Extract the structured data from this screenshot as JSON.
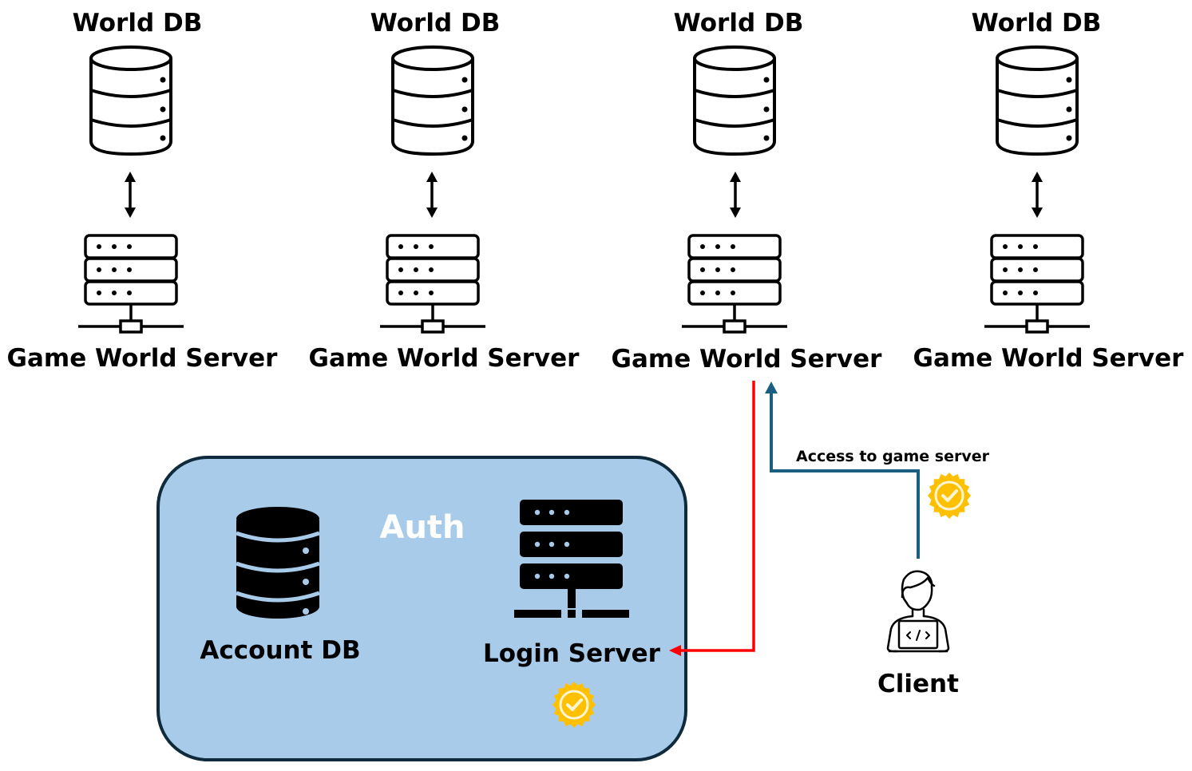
{
  "world_nodes": [
    {
      "db_label": "World DB",
      "server_label": "Game World Server"
    },
    {
      "db_label": "World DB",
      "server_label": "Game World Server"
    },
    {
      "db_label": "World DB",
      "server_label": "Game World Server"
    },
    {
      "db_label": "World DB",
      "server_label": "Game World Server"
    }
  ],
  "auth": {
    "title": "Auth",
    "account_db_label": "Account DB",
    "login_server_label": "Login Server",
    "fill_color": "#a9cbea",
    "border_color": "#0e2a3c"
  },
  "client": {
    "label": "Client",
    "access_label": "Access to game server"
  },
  "connections": {
    "login_to_server_color": "#ff0000",
    "client_access_color": "#1a5f80",
    "badge_color": "#ffc000"
  },
  "icons": {
    "world_db": "database-outline-icon",
    "world_server": "server-network-outline-icon",
    "account_db": "database-solid-icon",
    "login_server": "server-network-solid-icon",
    "client": "developer-laptop-icon",
    "badge": "verified-badge-icon"
  }
}
